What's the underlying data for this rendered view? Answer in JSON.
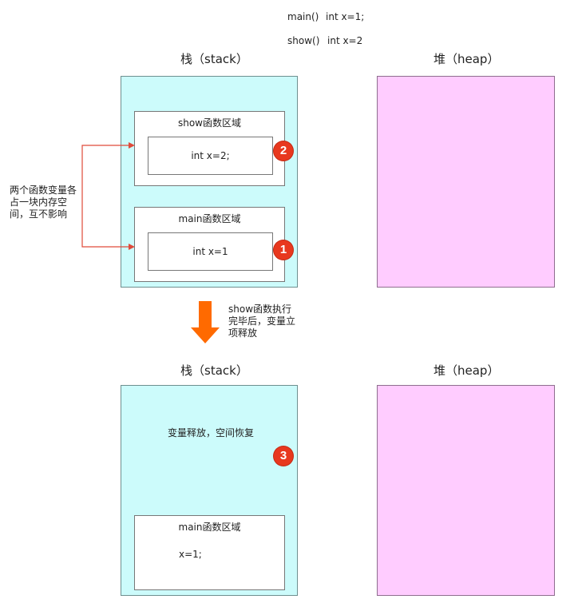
{
  "legend": {
    "main_func": "main()",
    "main_var": "int x=1;",
    "show_func": "show()",
    "show_var": "int x=2"
  },
  "before": {
    "stack_title": "栈（stack）",
    "heap_title": "堆（heap）",
    "show_frame": {
      "title": "show函数区域",
      "variable": "int x=2;",
      "badge": "2"
    },
    "main_frame": {
      "title": "main函数区域",
      "variable": "int x=1",
      "badge": "1"
    }
  },
  "side_note": {
    "line1": "两个函数变量各",
    "line2": "占一块内存空",
    "line3": "间，互不影响"
  },
  "transition": {
    "line1": "show函数执行",
    "line2": "完毕后，变量立",
    "line3": "项释放",
    "arrow_color": "#ff6a00"
  },
  "after": {
    "stack_title": "栈（stack）",
    "heap_title": "堆（heap）",
    "release_text": "变量释放，空间恢复",
    "badge": "3",
    "main_frame": {
      "title": "main函数区域",
      "variable": "x=1;"
    }
  },
  "colors": {
    "stack_fill": "#ccfbfb",
    "heap_fill": "#ffccff",
    "connector": "#e04a3a",
    "badge": "#e8381e"
  }
}
